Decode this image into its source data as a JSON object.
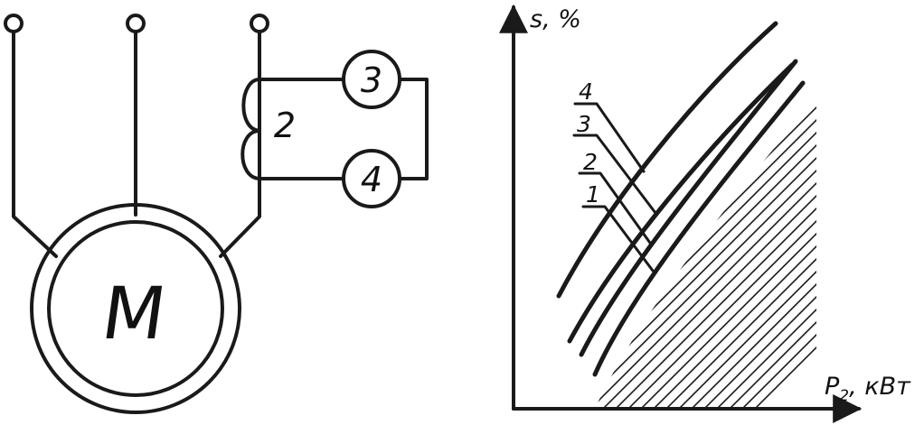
{
  "schematic": {
    "motor_label": "M",
    "winding_label": "2",
    "device_top_label": "3",
    "device_bottom_label": "4"
  },
  "graph": {
    "y_axis_label": "s, %",
    "x_axis_label_main": "P",
    "x_axis_label_sub": "2",
    "x_axis_label_unit": ", кВт",
    "curve_labels": [
      "1",
      "2",
      "3",
      "4"
    ]
  }
}
